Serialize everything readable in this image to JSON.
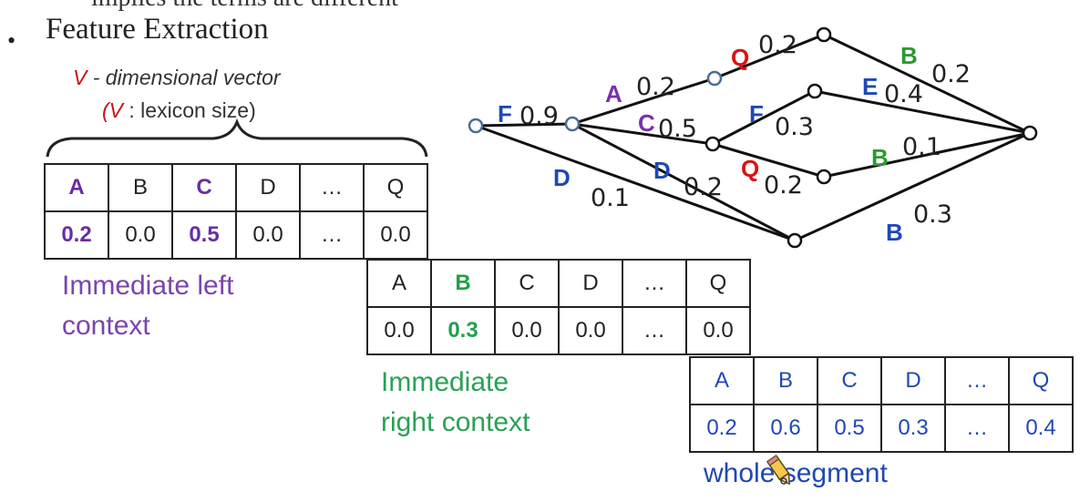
{
  "slide": {
    "top_partial_text": "implies the terms are different",
    "bullet": "•",
    "heading": "Feature Extraction",
    "vector_note": {
      "v": "V",
      "line1_rest": " - dimensional vector",
      "line2_open": "(",
      "line2_v": "V",
      "line2_rest": " :  lexicon size)"
    }
  },
  "left_context": {
    "headers": [
      "A",
      "B",
      "C",
      "D",
      "…",
      "Q"
    ],
    "values": [
      "0.2",
      "0.0",
      "0.5",
      "0.0",
      "…",
      "0.0"
    ],
    "caption_line1": "Immediate left",
    "caption_line2": "context"
  },
  "right_context": {
    "headers": [
      "A",
      "B",
      "C",
      "D",
      "…",
      "Q"
    ],
    "values": [
      "0.0",
      "0.3",
      "0.0",
      "0.0",
      "…",
      "0.0"
    ],
    "caption_line1": "Immediate",
    "caption_line2": "right context"
  },
  "whole_segment": {
    "headers": [
      "A",
      "B",
      "C",
      "D",
      "…",
      "Q"
    ],
    "values": [
      "0.2",
      "0.6",
      "0.5",
      "0.3",
      "…",
      "0.4"
    ],
    "caption": "whole segment"
  },
  "lattice": {
    "edges": [
      {
        "sym": "F",
        "p": "0.9",
        "color": "#1f48b4"
      },
      {
        "sym": "D",
        "p": "0.1",
        "color": "#1f48b4"
      },
      {
        "sym": "A",
        "p": "0.2",
        "color": "#7a2fb0"
      },
      {
        "sym": "C",
        "p": "0.5",
        "color": "#7a2fb0"
      },
      {
        "sym": "D",
        "p": "0.2",
        "color": "#1f48b4"
      },
      {
        "sym": "Q",
        "p": "0.2",
        "color": "#dd1111"
      },
      {
        "sym": "B",
        "p": "0.2",
        "color": "#2a9a30"
      },
      {
        "sym": "F",
        "p": "0.3",
        "color": "#1f48b4"
      },
      {
        "sym": "Q",
        "p": "0.2",
        "color": "#dd1111"
      },
      {
        "sym": "E",
        "p": "0.4",
        "color": "#1f48b4"
      },
      {
        "sym": "B",
        "p": "0.1",
        "color": "#2a9a30"
      },
      {
        "sym": "B",
        "p": "0.3",
        "color": "#1f48b4"
      }
    ]
  },
  "colors": {
    "purple": "#6a2da0",
    "green": "#21a04a",
    "blue": "#1f48b4",
    "red": "#cc1111"
  }
}
